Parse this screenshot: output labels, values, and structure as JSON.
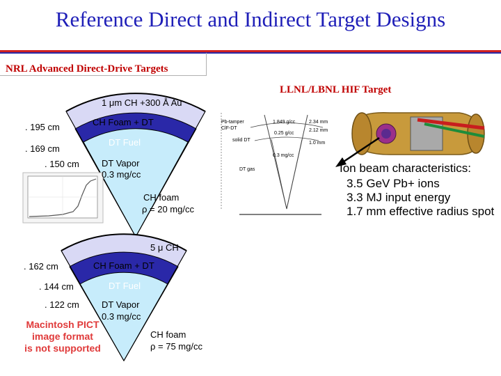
{
  "slide": {
    "title": "Reference Direct and Indirect Target Designs",
    "nrl_label": "NRL Advanced Direct-Drive Targets",
    "llnl_label": "LLNL/LBNL HIF Target"
  },
  "target1": {
    "shell_label": "1 μm CH +300 Å Au",
    "r_outer": ". 195 cm",
    "r_mid": ". 169 cm",
    "r_inner": ". 150 cm",
    "layer_foam": "CH Foam + DT",
    "layer_fuel": "DT Fuel",
    "vapor_line1": "DT Vapor",
    "vapor_line2": "0.3 mg/cc",
    "foam_line1": "CH foam",
    "foam_line2": "ρ = 20 mg/cc"
  },
  "target2": {
    "shell_label": "5 μ CH",
    "r_outer": ". 162 cm",
    "r_mid": ". 144 cm",
    "r_inner": ". 122 cm",
    "layer_foam": "CH Foam + DT",
    "layer_fuel": "DT Fuel",
    "vapor_line1": "DT Vapor",
    "vapor_line2": "0.3 mg/cc",
    "foam_line1": "CH foam",
    "foam_line2": "ρ = 75 mg/cc"
  },
  "pict_message": [
    "Macintosh PICT",
    "image format",
    "is not supported"
  ],
  "hif_schematic": {
    "labels": [
      "Pb-tamper",
      "ClF-DT",
      "1.849 g/cc",
      "2.34 mm",
      "2.12 mm",
      "0.25 g/cc",
      "1.0 mm",
      "solid DT",
      "0.3 mg/cc",
      "DT gas"
    ]
  },
  "ion_beam": {
    "heading": "Ion beam characteristics:",
    "items": [
      "3.5 GeV Pb+ ions",
      "3.3 MJ input energy",
      "1.7 mm effective radius spot"
    ]
  },
  "colors": {
    "title": "#1f1fb8",
    "nrl_label": "#c00000",
    "foam_layer": "#d9d9f5",
    "fuel_layer": "#2a28a8",
    "vapor_core": "#c7ecfb",
    "pict_message": "#e03a3a"
  }
}
